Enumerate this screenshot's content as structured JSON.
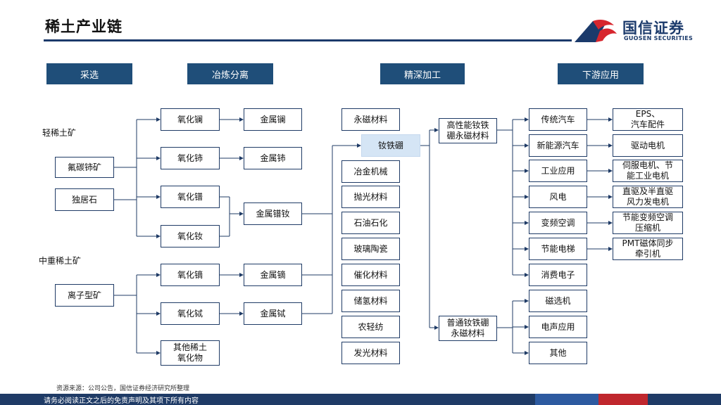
{
  "title": "稀土产业链",
  "logo": {
    "cn": "国信证券",
    "en": "GUOSEN SECURITIES"
  },
  "headers": {
    "mining": "采选",
    "smelting": "冶炼分离",
    "processing": "精深加工",
    "downstream": "下游应用"
  },
  "section_labels": {
    "light": "轻稀土矿",
    "heavy": "中重稀土矿"
  },
  "ores": {
    "bastnaesite": "氟碳铈矿",
    "monazite": "独居石",
    "ionic": "离子型矿"
  },
  "oxides": {
    "la": "氧化镧",
    "ce": "氧化铈",
    "pr": "氧化镨",
    "nd": "氧化钕",
    "dy": "氧化镝",
    "tb": "氧化铽",
    "other": "其他稀土\n氧化物"
  },
  "metals": {
    "la": "金属镧",
    "ce": "金属铈",
    "prnd": "金属镨钕",
    "dy": "金属镝",
    "tb": "金属铽"
  },
  "materials": [
    "永磁材料",
    "钕铁硼",
    "冶金机械",
    "抛光材料",
    "石油石化",
    "玻璃陶瓷",
    "催化材料",
    "储氢材料",
    "农轻纺",
    "发光材料"
  ],
  "magnets": {
    "high": "高性能钕铁\n硼永磁材料",
    "normal": "普通钕铁硼\n永磁材料"
  },
  "apps": [
    "传统汽车",
    "新能源汽车",
    "工业应用",
    "风电",
    "变频空调",
    "节能电梯",
    "消费电子",
    "磁选机",
    "电声应用",
    "其他"
  ],
  "details": [
    "EPS、\n汽车配件",
    "驱动电机",
    "伺服电机、节\n能工业电机",
    "直驱及半直驱\n风力发电机",
    "节能变频空调\n压缩机",
    "PMT磁体同步\n牵引机"
  ],
  "source": "资源来源：公司公告，国信证券经济研究所整理",
  "footer": "请务必阅读正文之后的免责声明及其项下所有内容"
}
